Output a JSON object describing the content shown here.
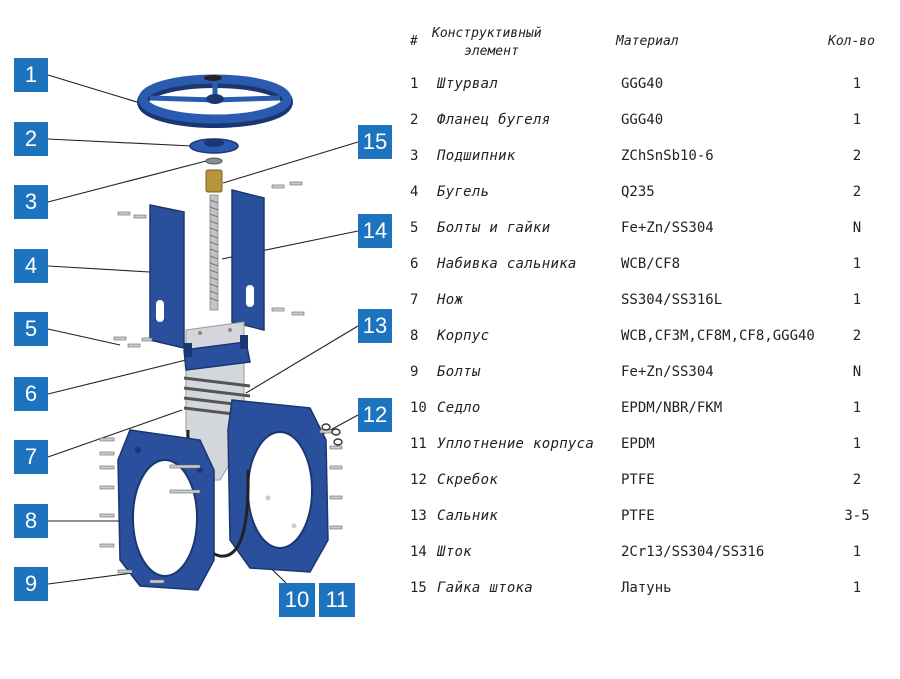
{
  "colors": {
    "accent": "#1e73be",
    "valve_body": "#2a4f9c",
    "valve_dark": "#1b3670",
    "steel": "#c9ccd1"
  },
  "callouts": [
    "1",
    "2",
    "3",
    "4",
    "5",
    "6",
    "7",
    "8",
    "9",
    "10",
    "11",
    "12",
    "13",
    "14",
    "15"
  ],
  "table": {
    "headers": {
      "num": "#",
      "element_line1": "Конструктивный",
      "element_line2": "элемент",
      "material": "Материал",
      "qty": "Кол-во"
    },
    "rows": [
      {
        "num": "1",
        "name": "Штурвал",
        "material": "GGG40",
        "qty": "1"
      },
      {
        "num": "2",
        "name": "Фланец бугеля",
        "material": "GGG40",
        "qty": "1"
      },
      {
        "num": "3",
        "name": "Подшипник",
        "material": "ZChSnSb10-6",
        "qty": "2"
      },
      {
        "num": "4",
        "name": "Бугель",
        "material": "Q235",
        "qty": "2"
      },
      {
        "num": "5",
        "name": "Болты и гайки",
        "material": "Fe+Zn/SS304",
        "qty": "N"
      },
      {
        "num": "6",
        "name": "Набивка сальника",
        "material": "WCB/CF8",
        "qty": "1"
      },
      {
        "num": "7",
        "name": "Нож",
        "material": "SS304/SS316L",
        "qty": "1"
      },
      {
        "num": "8",
        "name": "Корпус",
        "material": "WCB,CF3M,CF8M,CF8,GGG40",
        "qty": "2"
      },
      {
        "num": "9",
        "name": "Болты",
        "material": "Fe+Zn/SS304",
        "qty": "N"
      },
      {
        "num": "10",
        "name": "Седло",
        "material": "EPDM/NBR/FKM",
        "qty": "1"
      },
      {
        "num": "11",
        "name": "Уплотнение корпуса",
        "material": "EPDM",
        "qty": "1"
      },
      {
        "num": "12",
        "name": "Скребок",
        "material": "PTFE",
        "qty": "2"
      },
      {
        "num": "13",
        "name": "Сальник",
        "material": "PTFE",
        "qty": "3-5"
      },
      {
        "num": "14",
        "name": "Шток",
        "material": "2Cr13/SS304/SS316",
        "qty": "1"
      },
      {
        "num": "15",
        "name": "Гайка штока",
        "material": "Латунь",
        "qty": "1"
      }
    ]
  }
}
